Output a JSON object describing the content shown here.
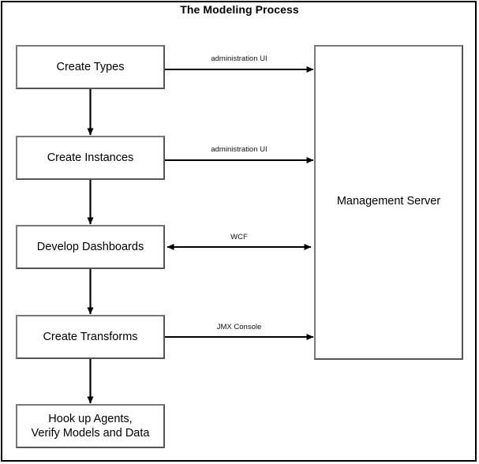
{
  "diagram": {
    "title": "The Modeling Process",
    "frame_color": "#000000",
    "box_border_color": "#7a7a7a",
    "line_color": "#000000",
    "background": "#ffffff"
  },
  "process_steps": [
    {
      "id": "create-types",
      "label": "Create Types"
    },
    {
      "id": "create-instances",
      "label": "Create Instances"
    },
    {
      "id": "develop-dashboards",
      "label": "Develop Dashboards"
    },
    {
      "id": "create-transforms",
      "label": "Create Transforms"
    },
    {
      "id": "hook-up-agents",
      "label": "Hook up Agents,\nVerify Models and Data"
    }
  ],
  "server": {
    "label": "Management Server"
  },
  "connections": [
    {
      "id": "conn-create-types-server",
      "from": "create-types",
      "to": "server",
      "label": "administration UI",
      "direction": "one-way"
    },
    {
      "id": "conn-create-instances-server",
      "from": "create-instances",
      "to": "server",
      "label": "administration UI",
      "direction": "one-way"
    },
    {
      "id": "conn-develop-dashboards-server",
      "from": "develop-dashboards",
      "to": "server",
      "label": "WCF",
      "direction": "two-way"
    },
    {
      "id": "conn-create-transforms-server",
      "from": "create-transforms",
      "to": "server",
      "label": "JMX Console",
      "direction": "one-way"
    }
  ],
  "flow_arrows": [
    {
      "id": "flow-1",
      "from": "create-types",
      "to": "create-instances"
    },
    {
      "id": "flow-2",
      "from": "create-instances",
      "to": "develop-dashboards"
    },
    {
      "id": "flow-3",
      "from": "develop-dashboards",
      "to": "create-transforms"
    },
    {
      "id": "flow-4",
      "from": "create-transforms",
      "to": "hook-up-agents"
    }
  ]
}
